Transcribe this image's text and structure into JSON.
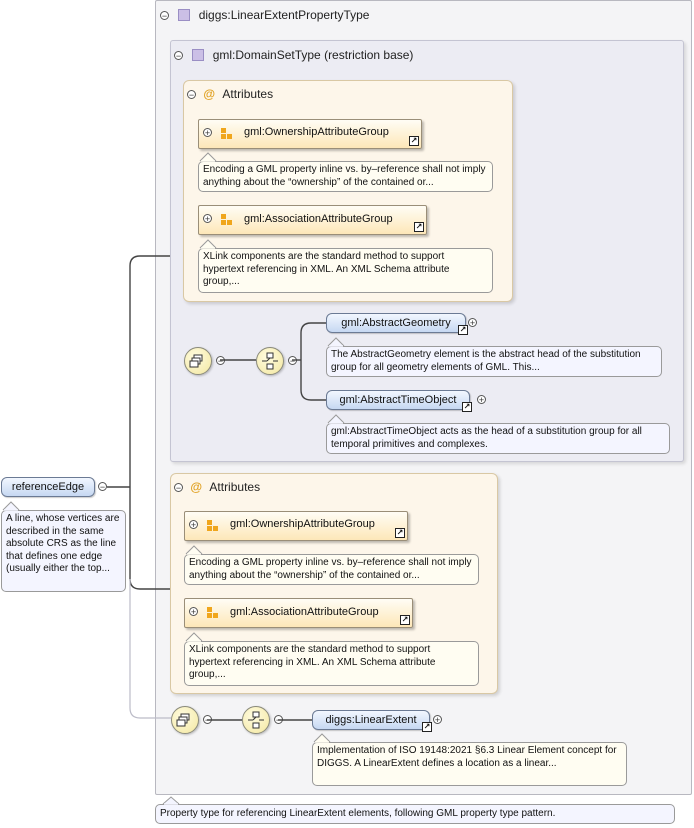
{
  "root_type": {
    "label": "diggs:LinearExtentPropertyType"
  },
  "restriction": {
    "label": "gml:DomainSetType (restriction base)"
  },
  "inner_attributes": {
    "label": "Attributes",
    "groups": [
      {
        "name": "gml:OwnershipAttributeGroup",
        "doc": "Encoding a GML property inline vs. by–reference shall not imply anything about the “ownership” of the contained or..."
      },
      {
        "name": "gml:AssociationAttributeGroup",
        "doc": "XLink components are the standard method to support hypertext referencing in XML. An XML Schema attribute group,..."
      }
    ]
  },
  "inner_choice": {
    "elements": [
      {
        "name": "gml:AbstractGeometry",
        "doc": "The AbstractGeometry element is the abstract head of the substitution group for all geometry elements of GML. This..."
      },
      {
        "name": "gml:AbstractTimeObject",
        "doc": "gml:AbstractTimeObject acts as the head of a substitution group for all temporal primitives and complexes."
      }
    ]
  },
  "outer_attributes": {
    "label": "Attributes",
    "groups": [
      {
        "name": "gml:OwnershipAttributeGroup",
        "doc": "Encoding a GML property inline vs. by–reference shall not imply anything about the “ownership” of the contained or..."
      },
      {
        "name": "gml:AssociationAttributeGroup",
        "doc": "XLink components are the standard method to support hypertext referencing in XML. An XML Schema attribute group,..."
      }
    ]
  },
  "linear_extent": {
    "name": "diggs:LinearExtent",
    "doc": "Implementation of ISO 19148:2021 §6.3 Linear Element concept for DIGGS. A LinearExtent defines a location as a linear..."
  },
  "reference_edge": {
    "name": "referenceEdge",
    "doc": "A line, whose vertices are described in the same absolute CRS as the line that defines one edge (usually either the top..."
  },
  "type_doc": "Property type for referencing LinearExtent elements, following GML property type pattern.",
  "colors": {
    "group_fill": "#fde7b8",
    "element_fill": "#c6d8f2",
    "note_fill": "#fffdf2",
    "container_fill": "#ececf3",
    "attribute_fill": "#fdf6ea"
  }
}
